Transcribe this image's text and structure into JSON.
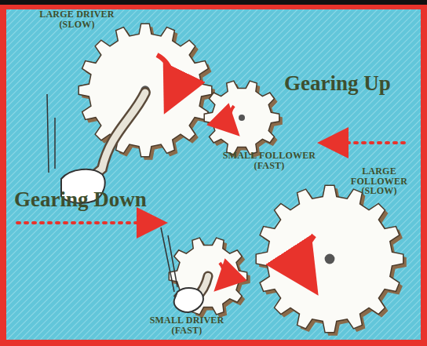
{
  "diagram": {
    "labels": [
      "LARGE DRIVER (SLOW)",
      "Gearing Up",
      "SMALL FOLLOWER (FAST)",
      "Gearing Down",
      "LARGE FOLLOWER (SLOW)",
      "SMALL DRIVER (FAST)"
    ]
  }
}
